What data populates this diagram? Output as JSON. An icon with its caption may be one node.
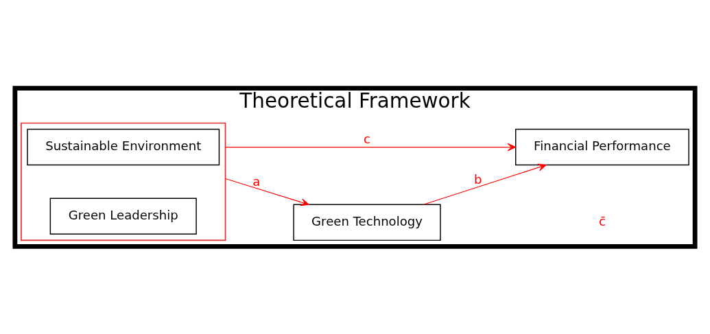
{
  "diagram": {
    "nodes": [
      {
        "text": [
          "Theoretical Framework"
        ]
      },
      {
        "text": [],
        "shape": "box",
        "in": 0
      },
      {
        "text": [
          "Sustainable Environment"
        ],
        "in": 1
      },
      {
        "text": [
          "Green Leadership"
        ],
        "in": 1
      },
      {
        "text": [
          "Green Technology"
        ],
        "in": 0
      },
      {
        "text": [
          "Financial Performance"
        ],
        "in": 0
      }
    ],
    "edges": [
      {
        "from": 1,
        "to": 4,
        "arrow": "to",
        "label": "a",
        "color": "#ff0000"
      },
      {
        "from": 4,
        "to": 5,
        "arrow": "to",
        "label": "b",
        "color": "#ff0000"
      },
      {
        "from": 1,
        "to": 5,
        "arrow": "to",
        "label": "c",
        "color": "#ff0000"
      }
    ],
    "labels": [
      "c̄"
    ]
  }
}
